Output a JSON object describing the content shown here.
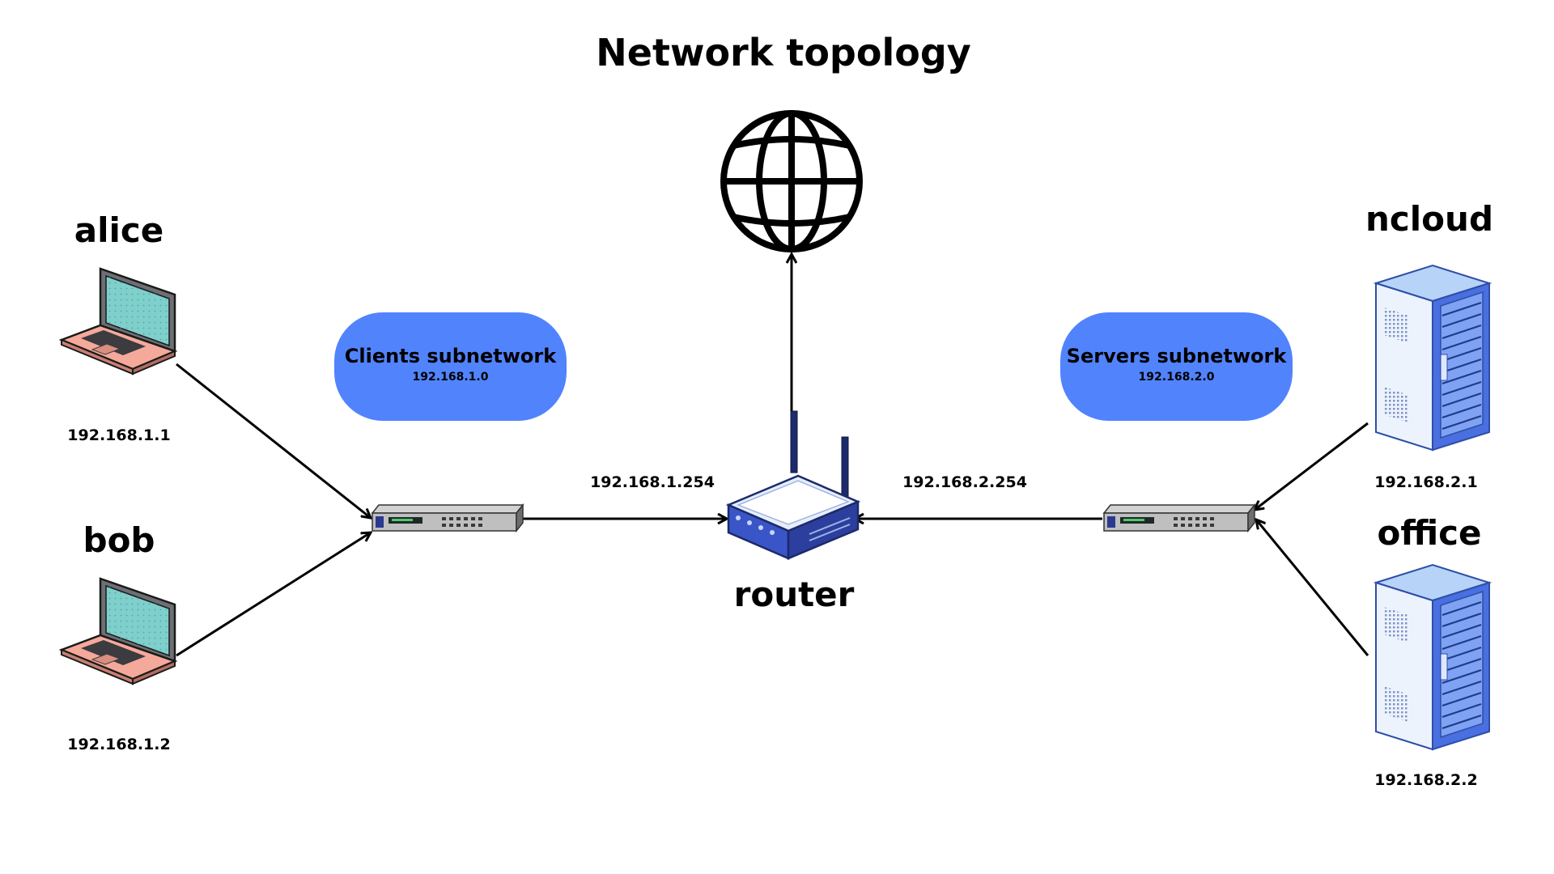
{
  "title": "Network topology",
  "colors": {
    "subnet_pill": "#5183fc",
    "laptop_screen": "#7fcfcc",
    "laptop_body": "#f4a99a",
    "server_light": "#dce9fb",
    "server_blue": "#4a6fe0",
    "router_blue": "#3a55c8",
    "line": "#000000"
  },
  "icons": {
    "internet": "globe-icon",
    "client": "laptop-icon",
    "switch": "network-switch-icon",
    "router": "router-icon",
    "server": "server-rack-icon"
  },
  "subnets": {
    "clients": {
      "name": "Clients subnetwork",
      "address": "192.168.1.0"
    },
    "servers": {
      "name": "Servers subnetwork",
      "address": "192.168.2.0"
    }
  },
  "router": {
    "label": "router",
    "clients_side_ip": "192.168.1.254",
    "servers_side_ip": "192.168.2.254"
  },
  "clients": [
    {
      "name": "alice",
      "ip": "192.168.1.1"
    },
    {
      "name": "bob",
      "ip": "192.168.1.2"
    }
  ],
  "servers": [
    {
      "name": "ncloud",
      "ip": "192.168.2.1"
    },
    {
      "name": "office",
      "ip": "192.168.2.2"
    }
  ]
}
